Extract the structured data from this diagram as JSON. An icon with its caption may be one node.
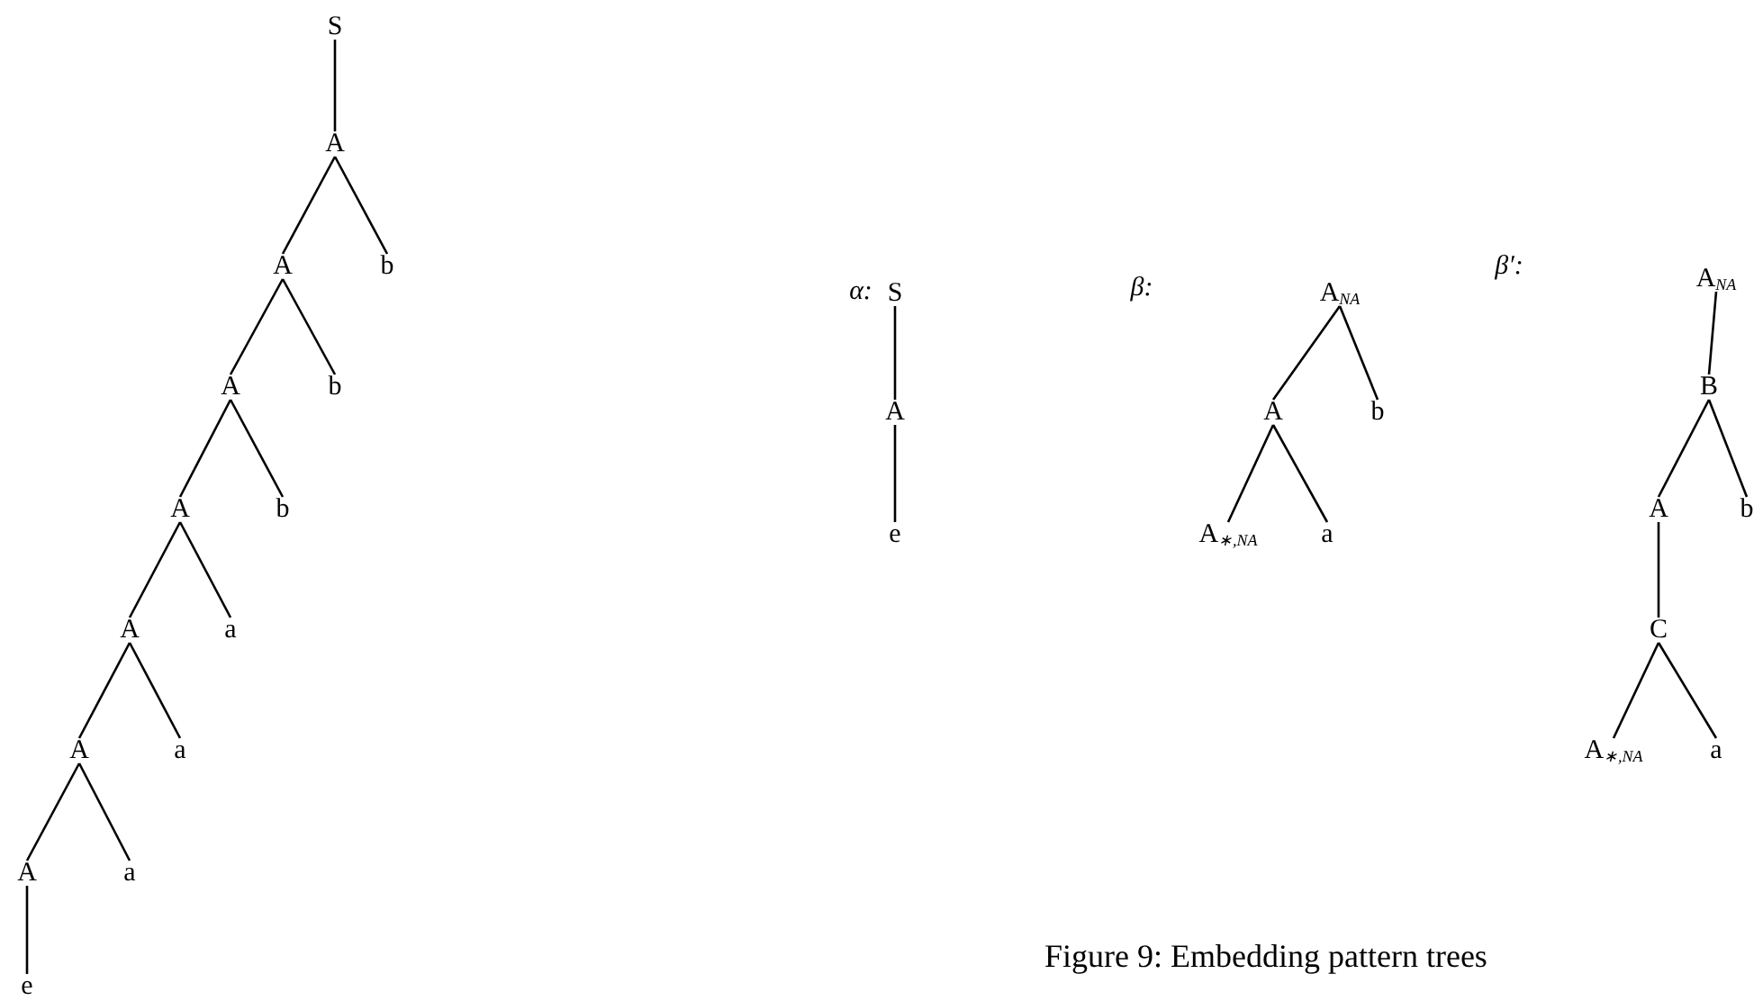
{
  "diagram": {
    "caption": "Figure 9: Embedding pattern trees",
    "nodes": [
      {
        "text": [
          "S"
        ]
      },
      {
        "text": [
          "A"
        ]
      },
      {
        "text": [
          "A"
        ]
      },
      {
        "text": [
          "b"
        ]
      },
      {
        "text": [
          "A"
        ]
      },
      {
        "text": [
          "b"
        ]
      },
      {
        "text": [
          "A"
        ]
      },
      {
        "text": [
          "b"
        ]
      },
      {
        "text": [
          "A"
        ]
      },
      {
        "text": [
          "a"
        ]
      },
      {
        "text": [
          "A"
        ]
      },
      {
        "text": [
          "a"
        ]
      },
      {
        "text": [
          "A"
        ]
      },
      {
        "text": [
          "a"
        ]
      },
      {
        "text": [
          "e"
        ]
      },
      {
        "text": [
          "S"
        ]
      },
      {
        "text": [
          "A"
        ]
      },
      {
        "text": [
          "e"
        ]
      },
      {
        "text": [
          "A$_{NA}$"
        ]
      },
      {
        "text": [
          "A"
        ]
      },
      {
        "text": [
          "b"
        ]
      },
      {
        "text": [
          "A$_{∗,NA}$"
        ]
      },
      {
        "text": [
          "a"
        ]
      },
      {
        "text": [
          "A$_{NA}$"
        ]
      },
      {
        "text": [
          "B"
        ]
      },
      {
        "text": [
          "A"
        ]
      },
      {
        "text": [
          "b"
        ]
      },
      {
        "text": [
          "C"
        ]
      },
      {
        "text": [
          "A$_{∗,NA}$"
        ]
      },
      {
        "text": [
          "a"
        ]
      }
    ],
    "edges": [
      {
        "from": 0,
        "to": 1,
        "arrow": "none"
      },
      {
        "from": 1,
        "to": 2,
        "arrow": "none"
      },
      {
        "from": 1,
        "to": 3,
        "arrow": "none"
      },
      {
        "from": 2,
        "to": 4,
        "arrow": "none"
      },
      {
        "from": 2,
        "to": 5,
        "arrow": "none"
      },
      {
        "from": 4,
        "to": 6,
        "arrow": "none"
      },
      {
        "from": 4,
        "to": 7,
        "arrow": "none"
      },
      {
        "from": 6,
        "to": 8,
        "arrow": "none"
      },
      {
        "from": 6,
        "to": 9,
        "arrow": "none"
      },
      {
        "from": 8,
        "to": 10,
        "arrow": "none"
      },
      {
        "from": 8,
        "to": 11,
        "arrow": "none"
      },
      {
        "from": 10,
        "to": 12,
        "arrow": "none"
      },
      {
        "from": 10,
        "to": 13,
        "arrow": "none"
      },
      {
        "from": 12,
        "to": 14,
        "arrow": "none"
      },
      {
        "from": 15,
        "to": 16,
        "arrow": "none"
      },
      {
        "from": 16,
        "to": 17,
        "arrow": "none"
      },
      {
        "from": 18,
        "to": 19,
        "arrow": "none"
      },
      {
        "from": 18,
        "to": 20,
        "arrow": "none"
      },
      {
        "from": 19,
        "to": 21,
        "arrow": "none"
      },
      {
        "from": 19,
        "to": 22,
        "arrow": "none"
      },
      {
        "from": 23,
        "to": 24,
        "arrow": "none"
      },
      {
        "from": 24,
        "to": 25,
        "arrow": "none"
      },
      {
        "from": 24,
        "to": 26,
        "arrow": "none"
      },
      {
        "from": 25,
        "to": 27,
        "arrow": "none"
      },
      {
        "from": 27,
        "to": 28,
        "arrow": "none"
      },
      {
        "from": 27,
        "to": 29,
        "arrow": "none"
      }
    ],
    "labels": [
      "α:",
      "β:",
      "β′:"
    ]
  }
}
